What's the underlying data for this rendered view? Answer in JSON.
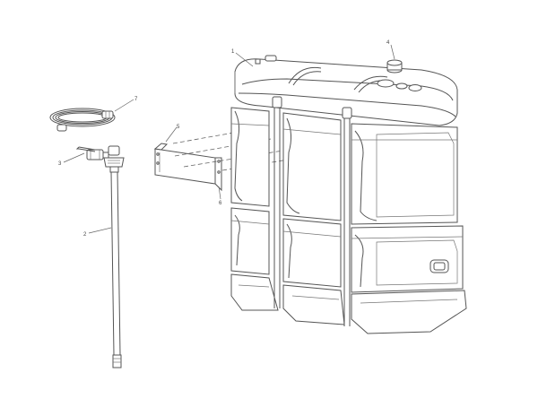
{
  "callouts": {
    "c1": "1",
    "c2": "2",
    "c3": "3",
    "c4": "4",
    "c5": "5",
    "c6": "6",
    "c7": "7"
  },
  "parts": [
    {
      "number": "1",
      "icon": "tank-icon"
    },
    {
      "number": "2",
      "icon": "suction-pipe-icon"
    },
    {
      "number": "3",
      "icon": "ball-valve-icon"
    },
    {
      "number": "4",
      "icon": "filler-cap-icon"
    },
    {
      "number": "5",
      "icon": "wall-bracket-icon"
    },
    {
      "number": "6",
      "icon": "bracket-screws-icon"
    },
    {
      "number": "7",
      "icon": "hose-coil-icon"
    }
  ]
}
